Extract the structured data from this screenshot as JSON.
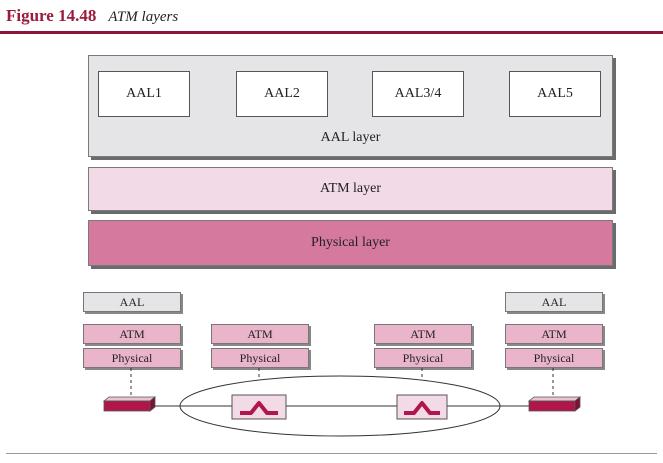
{
  "figure": {
    "number": "Figure 14.48",
    "title": "ATM layers"
  },
  "layers": {
    "aal_sublayers": [
      "AAL1",
      "AAL2",
      "AAL3/4",
      "AAL5"
    ],
    "aal_layer": "AAL layer",
    "atm_layer": "ATM layer",
    "physical_layer": "Physical layer"
  },
  "network": {
    "endpoint_left": {
      "aal": "AAL",
      "atm": "ATM",
      "physical": "Physical"
    },
    "switch_left": {
      "atm": "ATM",
      "physical": "Physical"
    },
    "switch_right": {
      "atm": "ATM",
      "physical": "Physical"
    },
    "endpoint_right": {
      "aal": "AAL",
      "atm": "ATM",
      "physical": "Physical"
    }
  },
  "colors": {
    "accent": "#9a1c3c",
    "aal_gray": "#e5e5e8",
    "atm_light_pink": "#f2dbe6",
    "physical_pink": "#d5799e",
    "stack_pink": "#eab4ca",
    "device_red": "#b0164a"
  }
}
